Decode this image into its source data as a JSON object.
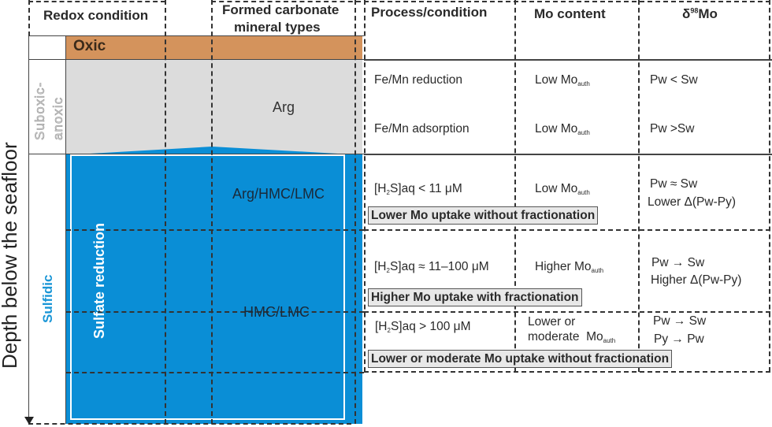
{
  "axis": {
    "depth_label": "Depth below the seafloor"
  },
  "headers": {
    "redox": "Redox condition",
    "minerals_line1": "Formed carbonate",
    "minerals_line2": "mineral types",
    "process": "Process/condition",
    "mo_content": "Mo content",
    "delta_prefix": "δ",
    "delta_sup": "98",
    "delta_suffix": "Mo"
  },
  "zones": {
    "oxic": "Oxic",
    "suboxic_line1": "Suboxic-",
    "suboxic_line2": "anoxic",
    "sulfidic": "Sulfidic",
    "sulfate_reduction": "Sulfate reduction"
  },
  "minerals": {
    "suboxic": "Arg",
    "upper_sulfidic": "Arg/HMC/LMC",
    "lower_sulfidic": "HMC/LMC"
  },
  "colors": {
    "oxic": "#d4935c",
    "suboxic": "#dcdcdc",
    "sulfidic": "#0a8ed6",
    "sulfidic_label": "#1a96d6",
    "suboxic_label": "#cfcfcf"
  },
  "rows": [
    {
      "process": "Fe/Mn reduction",
      "mo": "Low Mo",
      "mo_sub": "auth",
      "delta": [
        "Pw < Sw"
      ]
    },
    {
      "process": "Fe/Mn adsorption",
      "mo": "Low Mo",
      "mo_sub": "auth",
      "delta": [
        "Pw >Sw"
      ]
    },
    {
      "process_pre": "[H",
      "process_sub": "2",
      "process_post": "S]aq < 11 μM",
      "mo": "Low Mo",
      "mo_sub": "auth",
      "delta": [
        "Pw ≈ Sw",
        "Lower Δ(Pw-Py)"
      ],
      "note": "Lower Mo uptake without fractionation"
    },
    {
      "process_pre": "[H",
      "process_sub": "2",
      "process_post": "S]aq ≈ 11–100 μM",
      "mo": "Higher Mo",
      "mo_sub": "auth",
      "delta": [
        "Pw → Sw",
        "Higher Δ(Pw-Py)"
      ],
      "note": "Higher Mo uptake with fractionation"
    },
    {
      "process_pre": "[H",
      "process_sub": "2",
      "process_post": "S]aq > 100 μM",
      "mo_line1": "Lower or",
      "mo": "moderate  Mo",
      "mo_sub": "auth",
      "delta": [
        "Pw → Sw",
        "Py → Pw"
      ],
      "note": "Lower or moderate Mo uptake without fractionation"
    }
  ]
}
